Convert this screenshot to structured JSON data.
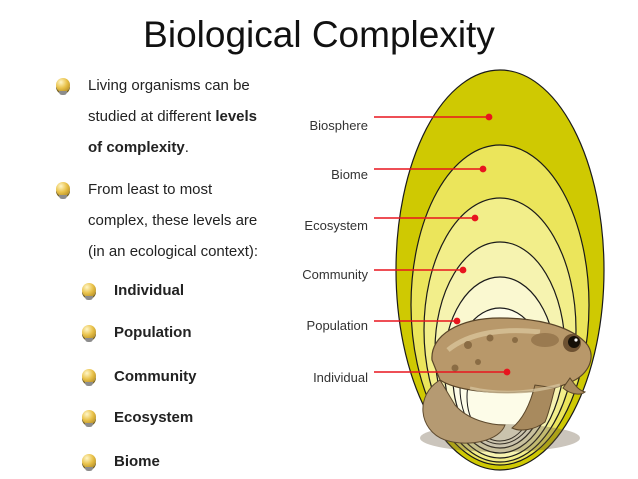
{
  "slide": {
    "title": "Biological Complexity",
    "bullet1": {
      "line1": "Living organisms can be",
      "line2_pre": "studied at different ",
      "line2_bold": "levels",
      "line3_bold": "of complexity",
      "line3_post": "."
    },
    "bullet2": {
      "line1": "From least to most",
      "line2": "complex, these levels are",
      "line3": "(in an ecological context):"
    },
    "sub_items": [
      "Individual",
      "Population",
      "Community",
      "Ecosystem",
      "Biome"
    ]
  },
  "diagram": {
    "levels": [
      "Biosphere",
      "Biome",
      "Ecosystem",
      "Community",
      "Population",
      "Individual"
    ],
    "colors": {
      "ring_fill": [
        "#cfc902",
        "#ebe55b",
        "#f2ee8a",
        "#f6f3b0",
        "#faf8d0",
        "#fdfce8"
      ],
      "pointer": "#e8151e"
    },
    "image": "toad"
  }
}
